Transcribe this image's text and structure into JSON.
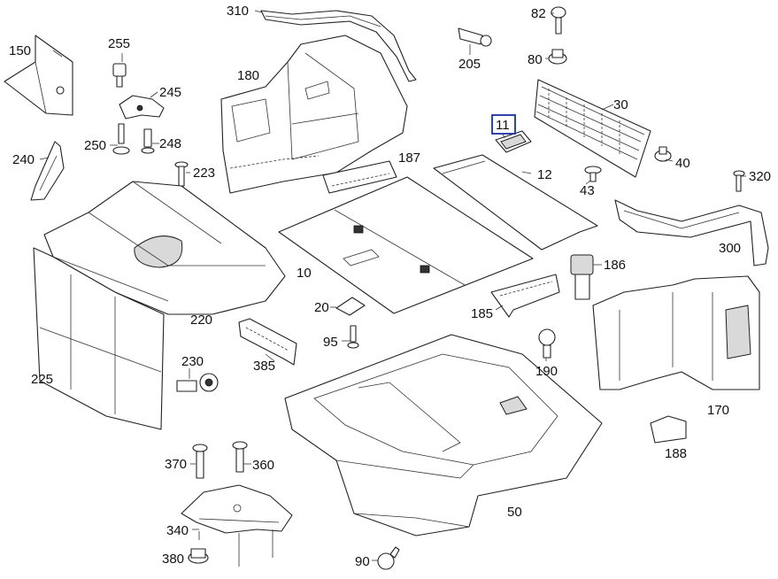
{
  "callouts": [
    {
      "id": "310",
      "text": "310"
    },
    {
      "id": "180",
      "text": "180"
    },
    {
      "id": "187",
      "text": "187"
    },
    {
      "id": "150",
      "text": "150"
    },
    {
      "id": "255",
      "text": "255"
    },
    {
      "id": "245",
      "text": "245"
    },
    {
      "id": "250",
      "text": "250"
    },
    {
      "id": "248",
      "text": "248"
    },
    {
      "id": "223",
      "text": "223"
    },
    {
      "id": "240",
      "text": "240"
    },
    {
      "id": "220",
      "text": "220"
    },
    {
      "id": "225",
      "text": "225"
    },
    {
      "id": "205",
      "text": "205"
    },
    {
      "id": "82",
      "text": "82"
    },
    {
      "id": "80",
      "text": "80"
    },
    {
      "id": "30",
      "text": "30"
    },
    {
      "id": "11",
      "text": "11"
    },
    {
      "id": "12",
      "text": "12"
    },
    {
      "id": "40",
      "text": "40"
    },
    {
      "id": "43",
      "text": "43"
    },
    {
      "id": "320",
      "text": "320"
    },
    {
      "id": "300",
      "text": "300"
    },
    {
      "id": "10",
      "text": "10"
    },
    {
      "id": "186",
      "text": "186"
    },
    {
      "id": "185",
      "text": "185"
    },
    {
      "id": "20",
      "text": "20"
    },
    {
      "id": "95",
      "text": "95"
    },
    {
      "id": "385",
      "text": "385"
    },
    {
      "id": "190",
      "text": "190"
    },
    {
      "id": "170",
      "text": "170"
    },
    {
      "id": "230",
      "text": "230"
    },
    {
      "id": "188",
      "text": "188"
    },
    {
      "id": "370",
      "text": "370"
    },
    {
      "id": "360",
      "text": "360"
    },
    {
      "id": "50",
      "text": "50"
    },
    {
      "id": "340",
      "text": "340"
    },
    {
      "id": "380",
      "text": "380"
    },
    {
      "id": "90",
      "text": "90"
    }
  ],
  "highlight_color": "#1a2fa8"
}
